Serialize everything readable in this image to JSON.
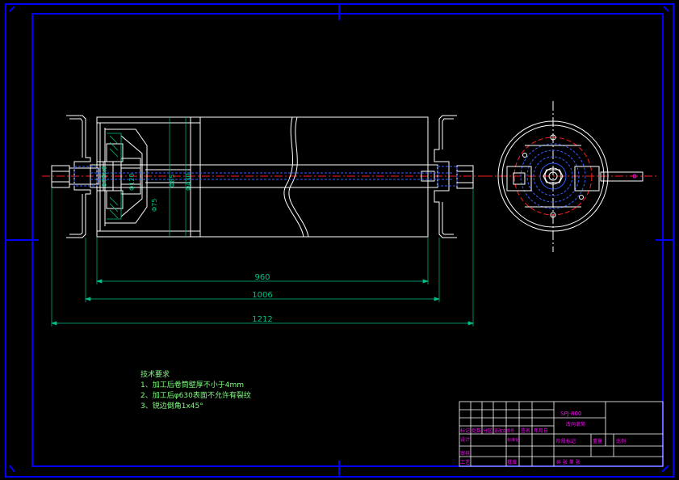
{
  "dimensions": {
    "d960": "960",
    "d1006": "1006",
    "d1212": "1212",
    "dia1": "Φ85",
    "dia2": "Φ430",
    "dia3": "Φ120",
    "dia4": "Φ75",
    "dia5": "Φ75h6"
  },
  "notes": {
    "title": "技术要求",
    "line1": "1、加工后卷筒壁厚不小于4mm",
    "line2": "2、加工后φ630表面不允许有裂纹",
    "line3": "3、锐边倒角1x45°"
  },
  "title_block": {
    "drawing_no": "SPJ-800",
    "part_name": "改向滚筒",
    "mark": "标记",
    "qty": "处数",
    "zone": "分区",
    "change_doc": "更改文件号",
    "sign": "签名",
    "date": "年月日",
    "design": "设计",
    "standard": "标准化",
    "stage_mark": "阶段标记",
    "weight": "重量",
    "scale": "比例",
    "review": "审核",
    "process": "工艺",
    "approve": "批准",
    "sheets": "共  张 第  张"
  },
  "colors": {
    "border": "#0000ff",
    "line": "#ffffff",
    "dimension": "#00c08a",
    "center": "#ff2020",
    "hidden": "#3060ff",
    "text_magenta": "#ff00ff",
    "text_green": "#7fff7f"
  }
}
